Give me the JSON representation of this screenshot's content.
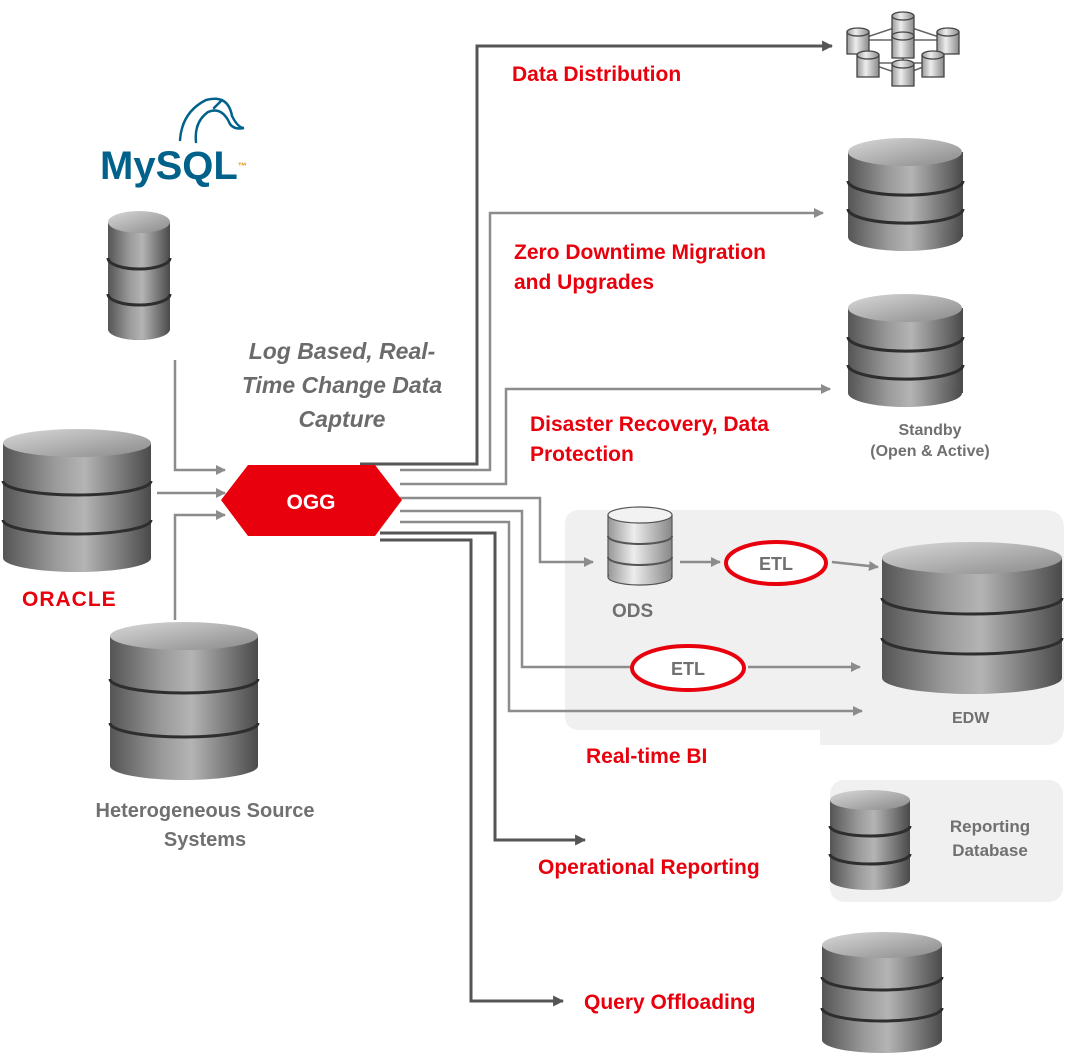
{
  "logos": {
    "mysql_text": "MySQL",
    "oracle_text": "ORACLE"
  },
  "capture_note": [
    "Log Based, Real-",
    "Time Change Data",
    "Capture"
  ],
  "hub": {
    "label": "OGG"
  },
  "sources": {
    "caption": [
      "Heterogeneous Source",
      "Systems"
    ]
  },
  "use_cases": {
    "data_distribution": "Data Distribution",
    "zero_downtime": [
      "Zero Downtime Migration",
      "and Upgrades"
    ],
    "disaster_recovery": [
      "Disaster Recovery, Data",
      "Protection"
    ],
    "realtime_bi": "Real-time BI",
    "operational_reporting": "Operational Reporting",
    "query_offloading": "Query Offloading"
  },
  "targets": {
    "standby": [
      "Standby",
      "(Open & Active)"
    ],
    "ods": "ODS",
    "etl_1": "ETL",
    "etl_2": "ETL",
    "edw": "EDW",
    "reporting_db": [
      "Reporting",
      "Database"
    ]
  },
  "colors": {
    "accent_red": "#e8000d",
    "arrow_gray": "#8c8c8c",
    "text_gray": "#707070",
    "panel_bg": "#f0f0f0",
    "mysql_blue": "#00618a",
    "mysql_orange": "#e48e00"
  },
  "icons": {
    "network": "distributed-database-network-icon",
    "database": "database-cylinder-icon"
  }
}
